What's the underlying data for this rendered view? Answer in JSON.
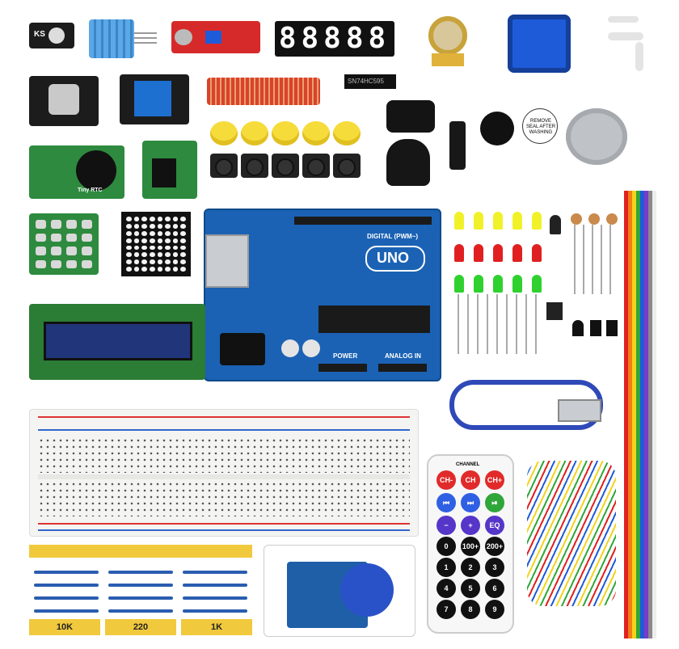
{
  "product": {
    "title": "",
    "segment_display": "88888",
    "board_name": "UNO",
    "board_label_digital": "DIGITAL (PWM~)",
    "board_label_power": "POWER",
    "board_label_analog": "ANALOG IN",
    "chip_label": "SN74HC595",
    "buzzer_sticker": "REMOVE SEAL AFTER WASHING",
    "rtc_label": "Tiny RTC",
    "ks_label": "KS",
    "resistors": [
      {
        "label": "10K"
      },
      {
        "label": "220"
      },
      {
        "label": "1K"
      }
    ],
    "remote": {
      "channel_label": "CHANNEL",
      "buttons": [
        "CH-",
        "CH",
        "CH+",
        "⏮",
        "⏭",
        "⏯",
        "−",
        "+",
        "EQ",
        "0",
        "100+",
        "200+",
        "1",
        "2",
        "3",
        "4",
        "5",
        "6",
        "7",
        "8",
        "9"
      ]
    }
  },
  "colors": {
    "board_blue": "#1b62b4",
    "module_green": "#2e8a3e",
    "module_red": "#d62a2a",
    "resistor_tape": "#f1c93d",
    "led_red": "#e02020",
    "led_yellow": "#f1f12a",
    "led_green": "#2fd12f"
  }
}
